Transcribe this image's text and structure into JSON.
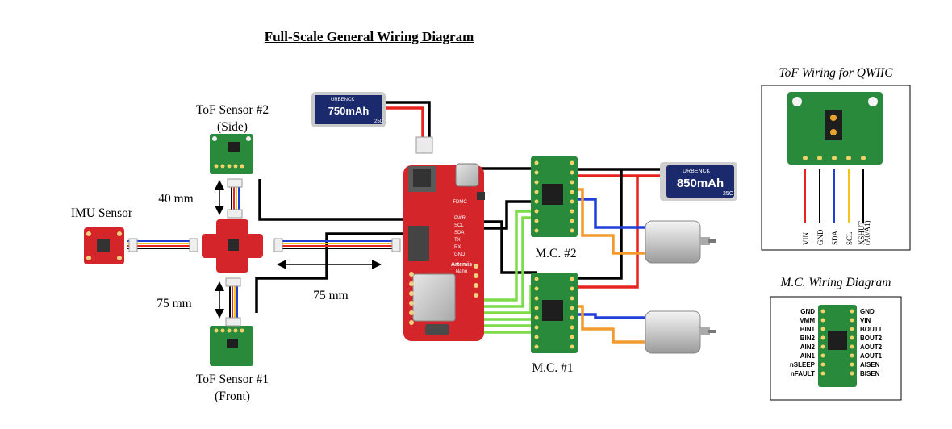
{
  "title": "Full-Scale General Wiring Diagram",
  "labels": {
    "tof2_line1": "ToF Sensor #2",
    "tof2_line2": "(Side)",
    "tof1_line1": "ToF Sensor #1",
    "tof1_line2": "(Front)",
    "imu": "IMU Sensor",
    "dist_40": "40 mm",
    "dist_75_v": "75 mm",
    "dist_75_h": "75 mm",
    "mc2": "M.C. #2",
    "mc1": "M.C. #1"
  },
  "batteries": {
    "small": "750mAh",
    "large": "850mAh",
    "brand": "URBENCK",
    "rating": "25C"
  },
  "board": {
    "name_line1": "Artemis",
    "name_line2": "Nano",
    "brand": "FDMC",
    "pins": [
      "PWR",
      "SCL",
      "SDA",
      "TX",
      "RX",
      "GND"
    ]
  },
  "tof_inset": {
    "title": "ToF Wiring for QWIIC",
    "pins": [
      "VIN",
      "GND",
      "SDA",
      "SCL",
      "XSHUT"
    ],
    "pin_note": "(A0/A1)",
    "wire_colors": [
      "#e8231f",
      "#000000",
      "#1f3fd8",
      "#f2c41c",
      "#000000"
    ]
  },
  "mc_inset": {
    "title": "M.C. Wiring Diagram",
    "left_pins": [
      "GND",
      "VMM",
      "BIN1",
      "BIN2",
      "AIN2",
      "AIN1",
      "nSLEEP",
      "nFAULT"
    ],
    "right_pins": [
      "GND",
      "VIN",
      "BOUT1",
      "BOUT2",
      "AOUT2",
      "AOUT1",
      "AISEN",
      "BISEN"
    ]
  },
  "colors": {
    "board_red": "#d4252b",
    "pcb_green": "#2a8a3c",
    "wire_red": "#e8231f",
    "wire_black": "#000000",
    "wire_blue": "#1f3fd8",
    "wire_orange": "#f29a2e",
    "wire_green": "#7ddc4a"
  }
}
